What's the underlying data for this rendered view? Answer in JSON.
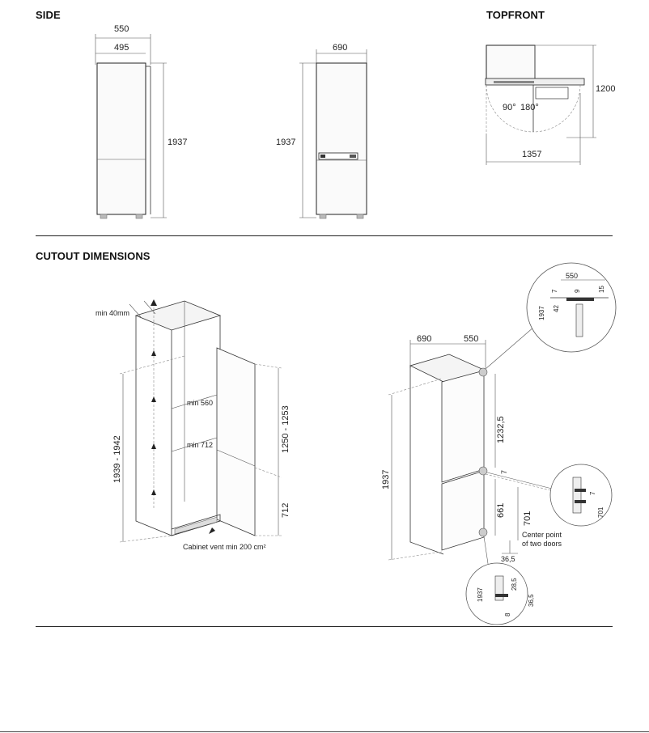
{
  "sections": {
    "side_title": "SIDE",
    "top_title": "TOPFRONT",
    "cutout_title": "CUTOUT DIMENSIONS"
  },
  "side_view": {
    "width_outer": "550",
    "width_inner": "495",
    "height": "1937"
  },
  "front_view": {
    "width": "690",
    "height": "1937"
  },
  "top_view": {
    "depth_open": "1200",
    "angle_left": "90°",
    "angle_right": "180°",
    "width_open": "1357"
  },
  "cutout_left": {
    "min_top": "min 40mm",
    "min_width": "min 560",
    "min_depth": "min 712",
    "height_range": "1939 - 1942",
    "upper_range": "1250 - 1253",
    "lower": "712",
    "vent": "Cabinet vent min 200 cm²"
  },
  "cutout_right": {
    "width": "690",
    "depth": "550",
    "height": "1937",
    "upper": "1232,5",
    "lower": "661",
    "center": "701",
    "center_note_1": "Center point",
    "center_note_2": "of two doors",
    "bottom": "36,5",
    "small_7": "7",
    "detail_top": {
      "d550": "550",
      "d7": "7",
      "d9": "9",
      "d15": "15",
      "d42": "42",
      "d1937": "1937"
    },
    "detail_mid": {
      "d7": "7",
      "d701": "701"
    },
    "detail_bot": {
      "d1937": "1937",
      "d28": "28,5",
      "d36": "36,5",
      "d8": "8"
    }
  }
}
